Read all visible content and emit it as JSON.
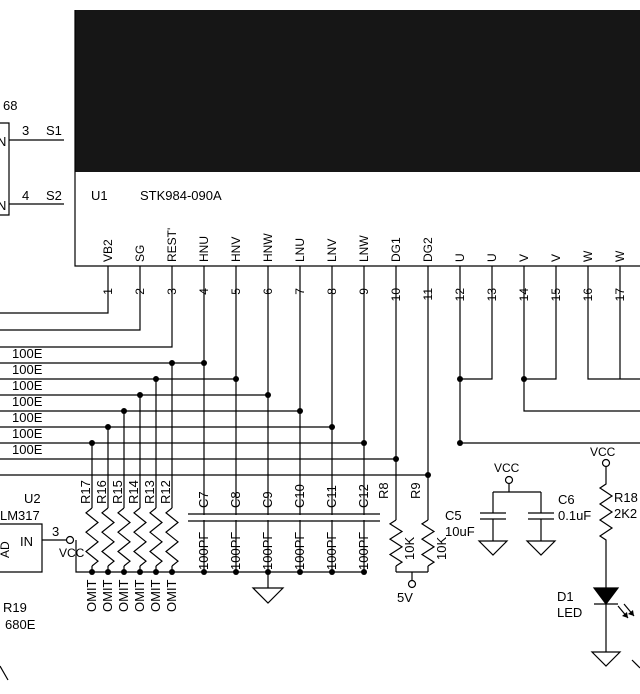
{
  "ic_u1": {
    "ref": "U1",
    "part": "STK984-090A",
    "pins": [
      {
        "num": "1",
        "name": "VB2"
      },
      {
        "num": "2",
        "name": "SG"
      },
      {
        "num": "3",
        "name": "REST'"
      },
      {
        "num": "4",
        "name": "HNU"
      },
      {
        "num": "5",
        "name": "HNV"
      },
      {
        "num": "6",
        "name": "HNW"
      },
      {
        "num": "7",
        "name": "LNU"
      },
      {
        "num": "8",
        "name": "LNV"
      },
      {
        "num": "9",
        "name": "LNW"
      },
      {
        "num": "10",
        "name": "DG1"
      },
      {
        "num": "11",
        "name": "DG2"
      },
      {
        "num": "12",
        "name": "U"
      },
      {
        "num": "13",
        "name": "U"
      },
      {
        "num": "14",
        "name": "V"
      },
      {
        "num": "15",
        "name": "V"
      },
      {
        "num": "16",
        "name": "W"
      },
      {
        "num": "17",
        "name": "W"
      }
    ]
  },
  "left_ic": {
    "ref_fragment": "68",
    "pin3": "3",
    "sig3": "S1",
    "pin4": "4",
    "sig4": "S2",
    "edge_n": "N"
  },
  "series_resistors": [
    "100E",
    "100E",
    "100E",
    "100E",
    "100E",
    "100E",
    "100E"
  ],
  "pullup_resistors": [
    {
      "ref": "R17",
      "value": "OMIT"
    },
    {
      "ref": "R16",
      "value": "OMIT"
    },
    {
      "ref": "R15",
      "value": "OMIT"
    },
    {
      "ref": "R14",
      "value": "OMIT"
    },
    {
      "ref": "R13",
      "value": "OMIT"
    },
    {
      "ref": "R12",
      "value": "OMIT"
    }
  ],
  "filter_caps": [
    {
      "ref": "C7",
      "value": "100PF"
    },
    {
      "ref": "C8",
      "value": "100PF"
    },
    {
      "ref": "C9",
      "value": "100PF"
    },
    {
      "ref": "C10",
      "value": "100PF"
    },
    {
      "ref": "C11",
      "value": "100PF"
    },
    {
      "ref": "C12",
      "value": "100PF"
    }
  ],
  "dg_resistors": [
    {
      "ref": "R8",
      "value": "10K"
    },
    {
      "ref": "R9",
      "value": "10K"
    }
  ],
  "supply_5v": "5V",
  "u2": {
    "ref": "U2",
    "part": "LM317",
    "pin": "3",
    "pin_name": "IN",
    "net": "VCC",
    "left_fragment": "AD"
  },
  "r19": {
    "ref": "R19",
    "value": "680E"
  },
  "decoupling": {
    "net": "VCC",
    "c5_ref": "C5",
    "c5_value": "10uF",
    "c6_ref": "C6",
    "c6_value": "0.1uF"
  },
  "led_branch": {
    "net": "VCC",
    "r18_ref": "R18",
    "r18_value": "2K2",
    "d1_ref": "D1",
    "d1_value": "LED"
  }
}
